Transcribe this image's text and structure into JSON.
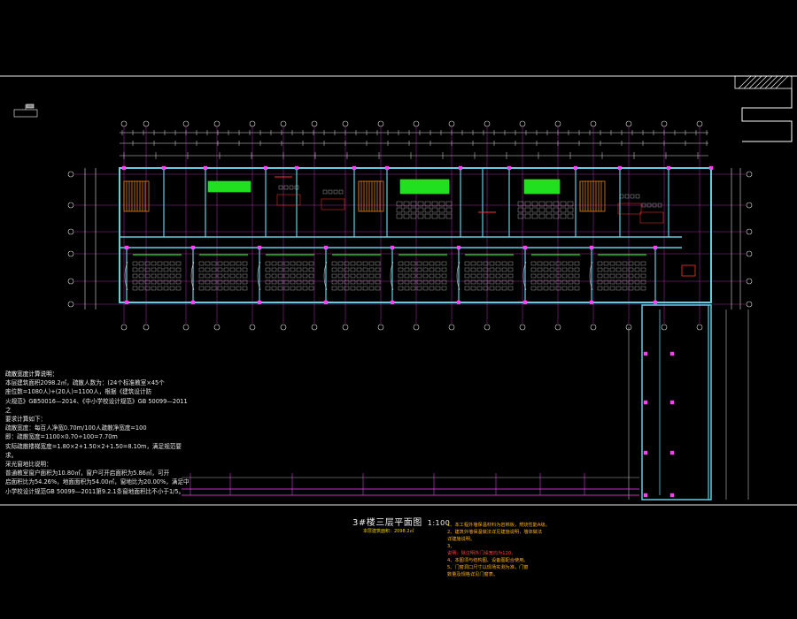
{
  "drawing": {
    "title": "3#楼三层平面图",
    "scale": "1:100",
    "subtitle": "本层建筑面积：2098.2㎡"
  },
  "notes_left": {
    "heading": "疏散宽度计算说明：",
    "lines": [
      "本层建筑面积2098.2㎡，疏散人数为：(24个标准教室×45个",
      "座位数=1080人)+(20人)=1100人，根据《建筑设计防",
      "火规范》GB50016—2014、《中小学校设计规范》GB 50099—2011之",
      "要求计算如下：",
      "疏散宽度：每百人净宽0.70m/100人疏散净宽度=100",
      "即：疏散宽度=1100×0.70÷100=7.70m",
      "实际疏散楼梯宽度=1.80×2+1.50×2+1.50=8.10m，满足规范要求。",
      "采光窗地比说明：",
      "普通教室窗户面积为10.80㎡，窗户可开启面积为5.86㎡，可开",
      "启面积比为54.26%，地面面积为54.00㎡，窗地比为20.00%，满足中",
      "小学校设计规范GB 50099—2011第9.2.1条窗地面积比不小于1/5。"
    ]
  },
  "notes_right": {
    "lines": [
      "1、本工程外墙保温材料为岩棉板，燃烧性能A级。",
      "2、建筑外墙保温做法详见建施说明，墙体做法",
      "   详建施说明。",
      "3、",
      "4、本图须与结构图、设备图配合使用。",
      "5、门窗洞口尺寸以现场实测为准，门窗",
      "   数量及规格详见门窗表。"
    ],
    "sub_line": "说明：除注明外门垛宽均为120。"
  },
  "colors": {
    "background": "#000000",
    "wall": "#5fd0e0",
    "axis": "#ff40ff",
    "dim": "#e0e0e0",
    "furniture": "#c8c8c8",
    "green": "#20e020",
    "stair": "#e08020",
    "red": "#ff3030"
  }
}
